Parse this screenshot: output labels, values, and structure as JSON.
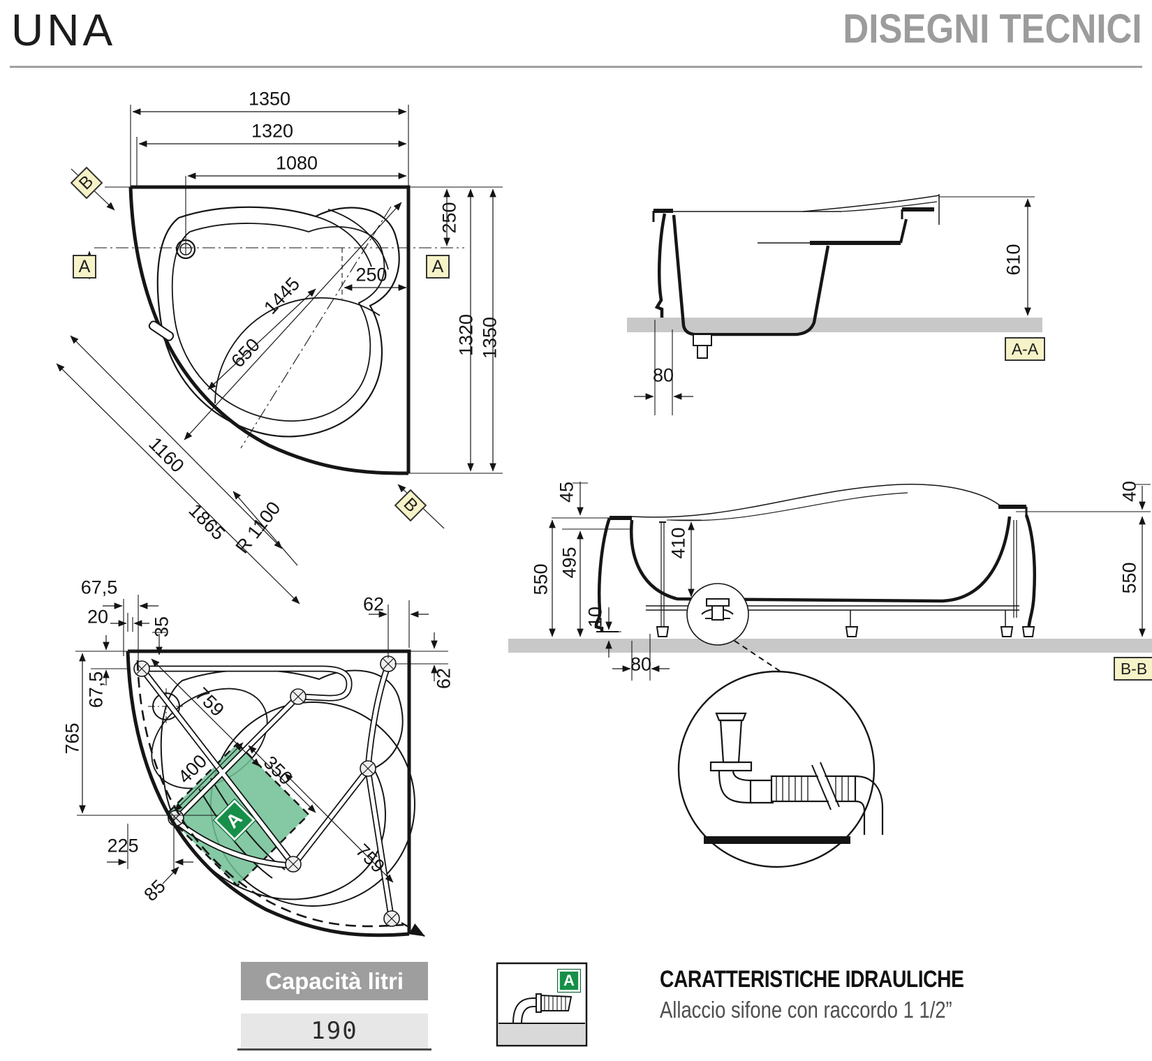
{
  "header": {
    "title": "UNA",
    "subtitle": "DISEGNI TECNICI"
  },
  "plan_top": {
    "marker_a": "A",
    "marker_b": "B",
    "dim_width_total": "1350",
    "dim_width_rim": "1320",
    "dim_width_inner": "1080",
    "dim_offset_top": "250",
    "dim_offset_inner": "250",
    "dim_diag_outer": "1445",
    "dim_diag_inner": "650",
    "dim_radius": "R 1100",
    "dim_chord_inner": "1160",
    "dim_chord_outer": "1865",
    "dim_height_rim": "1320",
    "dim_height_total": "1350"
  },
  "section_aa": {
    "label": "A-A",
    "dim_height": "610",
    "dim_drain_offset": "80"
  },
  "section_bb": {
    "label": "B-B",
    "dim_rim_drop": "45",
    "dim_height_total_left": "550",
    "dim_height_skirt": "495",
    "dim_floor_gap": "10",
    "dim_drain_offset": "80",
    "dim_depth": "410",
    "dim_rim_overhang": "40",
    "dim_height_total_right": "550"
  },
  "plan_bottom": {
    "marker_a": "A",
    "dim_corner_offset": "67,5",
    "dim_edge_offset": "20",
    "dim_rail_offset": "35",
    "dim_screw_top": "62",
    "dim_screw_right": "62",
    "dim_screw_left": "67,5",
    "dim_frame_height": "765",
    "dim_rail_diag_upper": "759",
    "dim_pad_side_a": "400",
    "dim_pad_side_b": "350",
    "dim_pad_offset": "225",
    "dim_pad_gap": "85",
    "dim_rail_diag_lower": "759"
  },
  "capacity": {
    "label": "Capacità litri",
    "value": "190"
  },
  "hydraulics": {
    "title": "CARATTERISTICHE IDRAULICHE",
    "subtitle": "Allaccio sifone con raccordo 1 1/2”",
    "detail_marker": "A"
  },
  "colors": {
    "accent_green": "#168f48",
    "pad_green": "#6fc094",
    "marker_bg": "#f7f3c8",
    "floor_gray": "#c8c8c8",
    "subtitle_gray": "#9c9c9c"
  }
}
